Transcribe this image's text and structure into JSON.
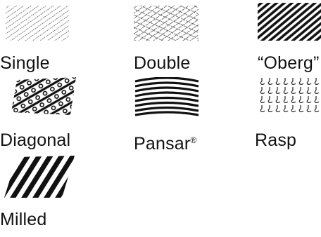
{
  "patterns": [
    {
      "label": "Single",
      "icon": "single-cut-file-pattern-icon"
    },
    {
      "label": "Double",
      "icon": "double-cut-file-pattern-icon"
    },
    {
      "label": "“Oberg”",
      "icon": "oberg-cut-file-pattern-icon"
    },
    {
      "label": "Diagonal",
      "icon": "diagonal-cut-file-pattern-icon"
    },
    {
      "label": "Pansar",
      "label_mark": "®",
      "icon": "pansar-cut-file-pattern-icon"
    },
    {
      "label": "Rasp",
      "icon": "rasp-cut-file-pattern-icon"
    },
    {
      "label": "Milled",
      "icon": "milled-cut-file-pattern-icon"
    }
  ],
  "colors": {
    "ink": "#111111",
    "background": "#ffffff"
  }
}
